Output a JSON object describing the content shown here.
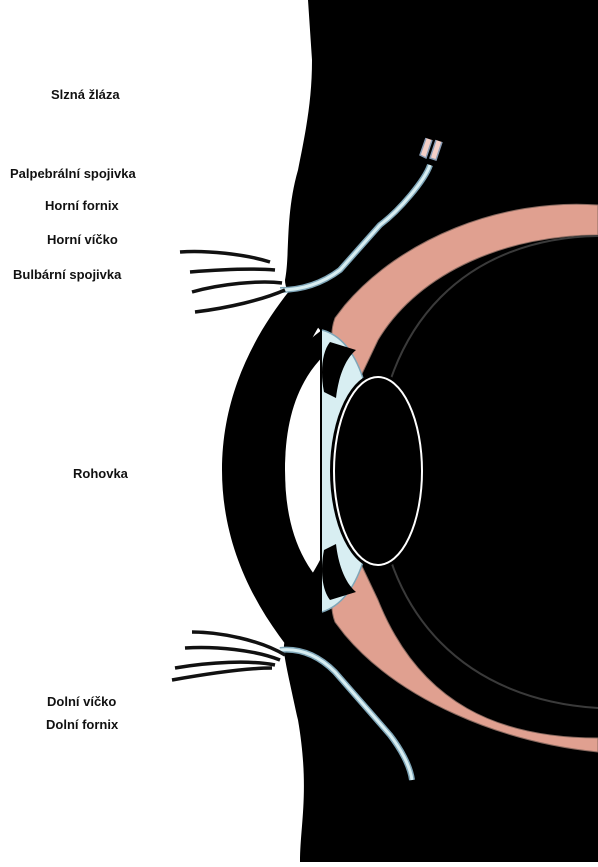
{
  "labels": {
    "lacrimal_gland": "Slzná žláza",
    "palpebral_conjunctiva": "Palpebrální spojivka",
    "upper_fornix": "Horní fornix",
    "upper_eyelid": "Horní víčko",
    "bulbar_conjunctiva": "Bulbární spojivka",
    "cornea": "Rohovka",
    "lower_eyelid": "Dolní víčko",
    "lower_fornix": "Dolní fornix"
  }
}
